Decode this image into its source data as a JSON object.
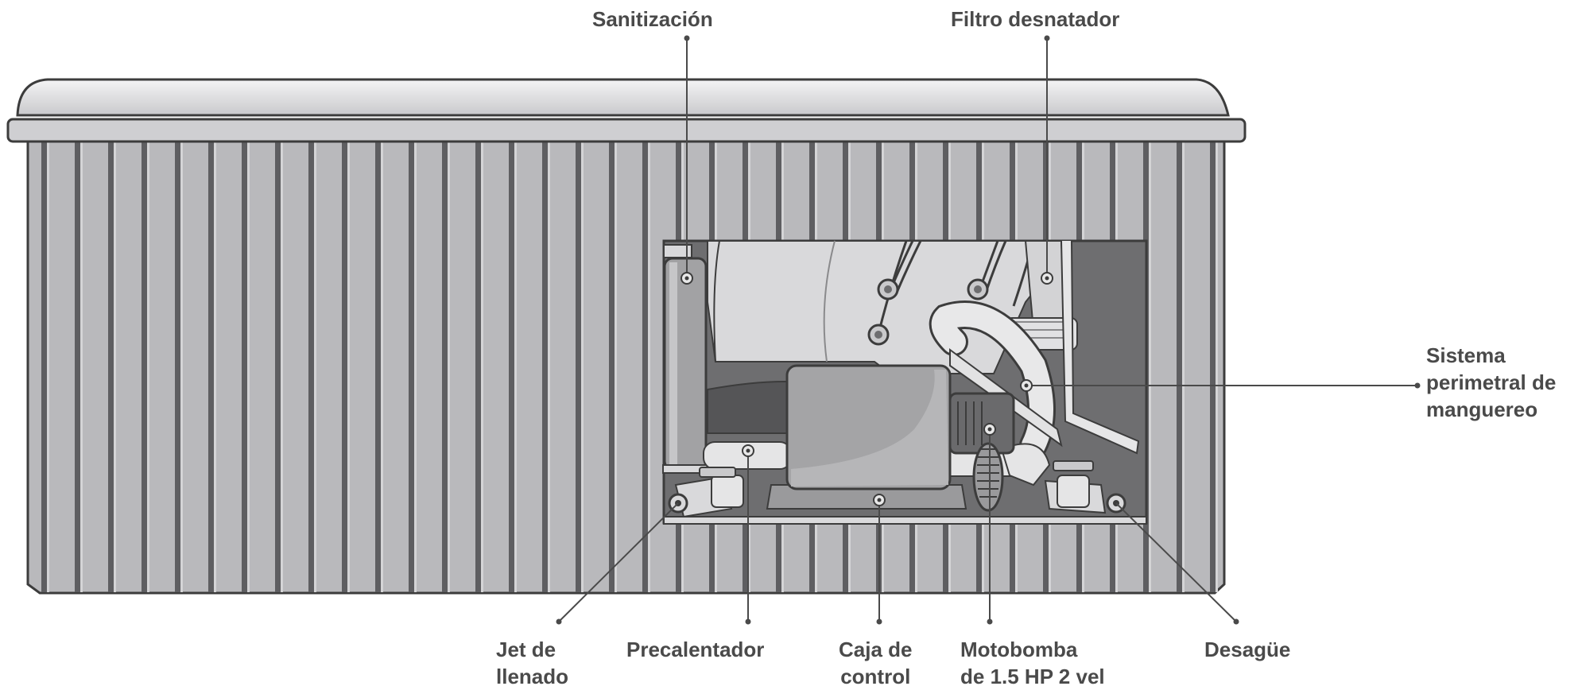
{
  "colors": {
    "cabinet_panel": "#b9b9bc",
    "cabinet_groove": "#5e5e61",
    "cabinet_outline": "#3c3c3c",
    "cover": "#d8d8da",
    "cavity_dark": "#6e6e70",
    "equipment_light": "#e3e3e3",
    "equipment_mid": "#a2a2a4",
    "label_text": "#4a4a4a",
    "leader_line": "#4a4a4a"
  },
  "labels": {
    "sanitizacion": "Sanitización",
    "filtro": "Filtro desnatador",
    "sistema": [
      "Sistema",
      "perimetral de",
      "manguereo"
    ],
    "jet": [
      "Jet de",
      "llenado"
    ],
    "precalentador": "Precalentador",
    "caja": [
      "Caja de",
      "control"
    ],
    "motobomba": [
      "Motobomba",
      "de 1.5 HP 2 vel"
    ],
    "desague": "Desagüe"
  },
  "icons": {
    "leader_dot": "dot",
    "component_marker": "ring-dot"
  }
}
